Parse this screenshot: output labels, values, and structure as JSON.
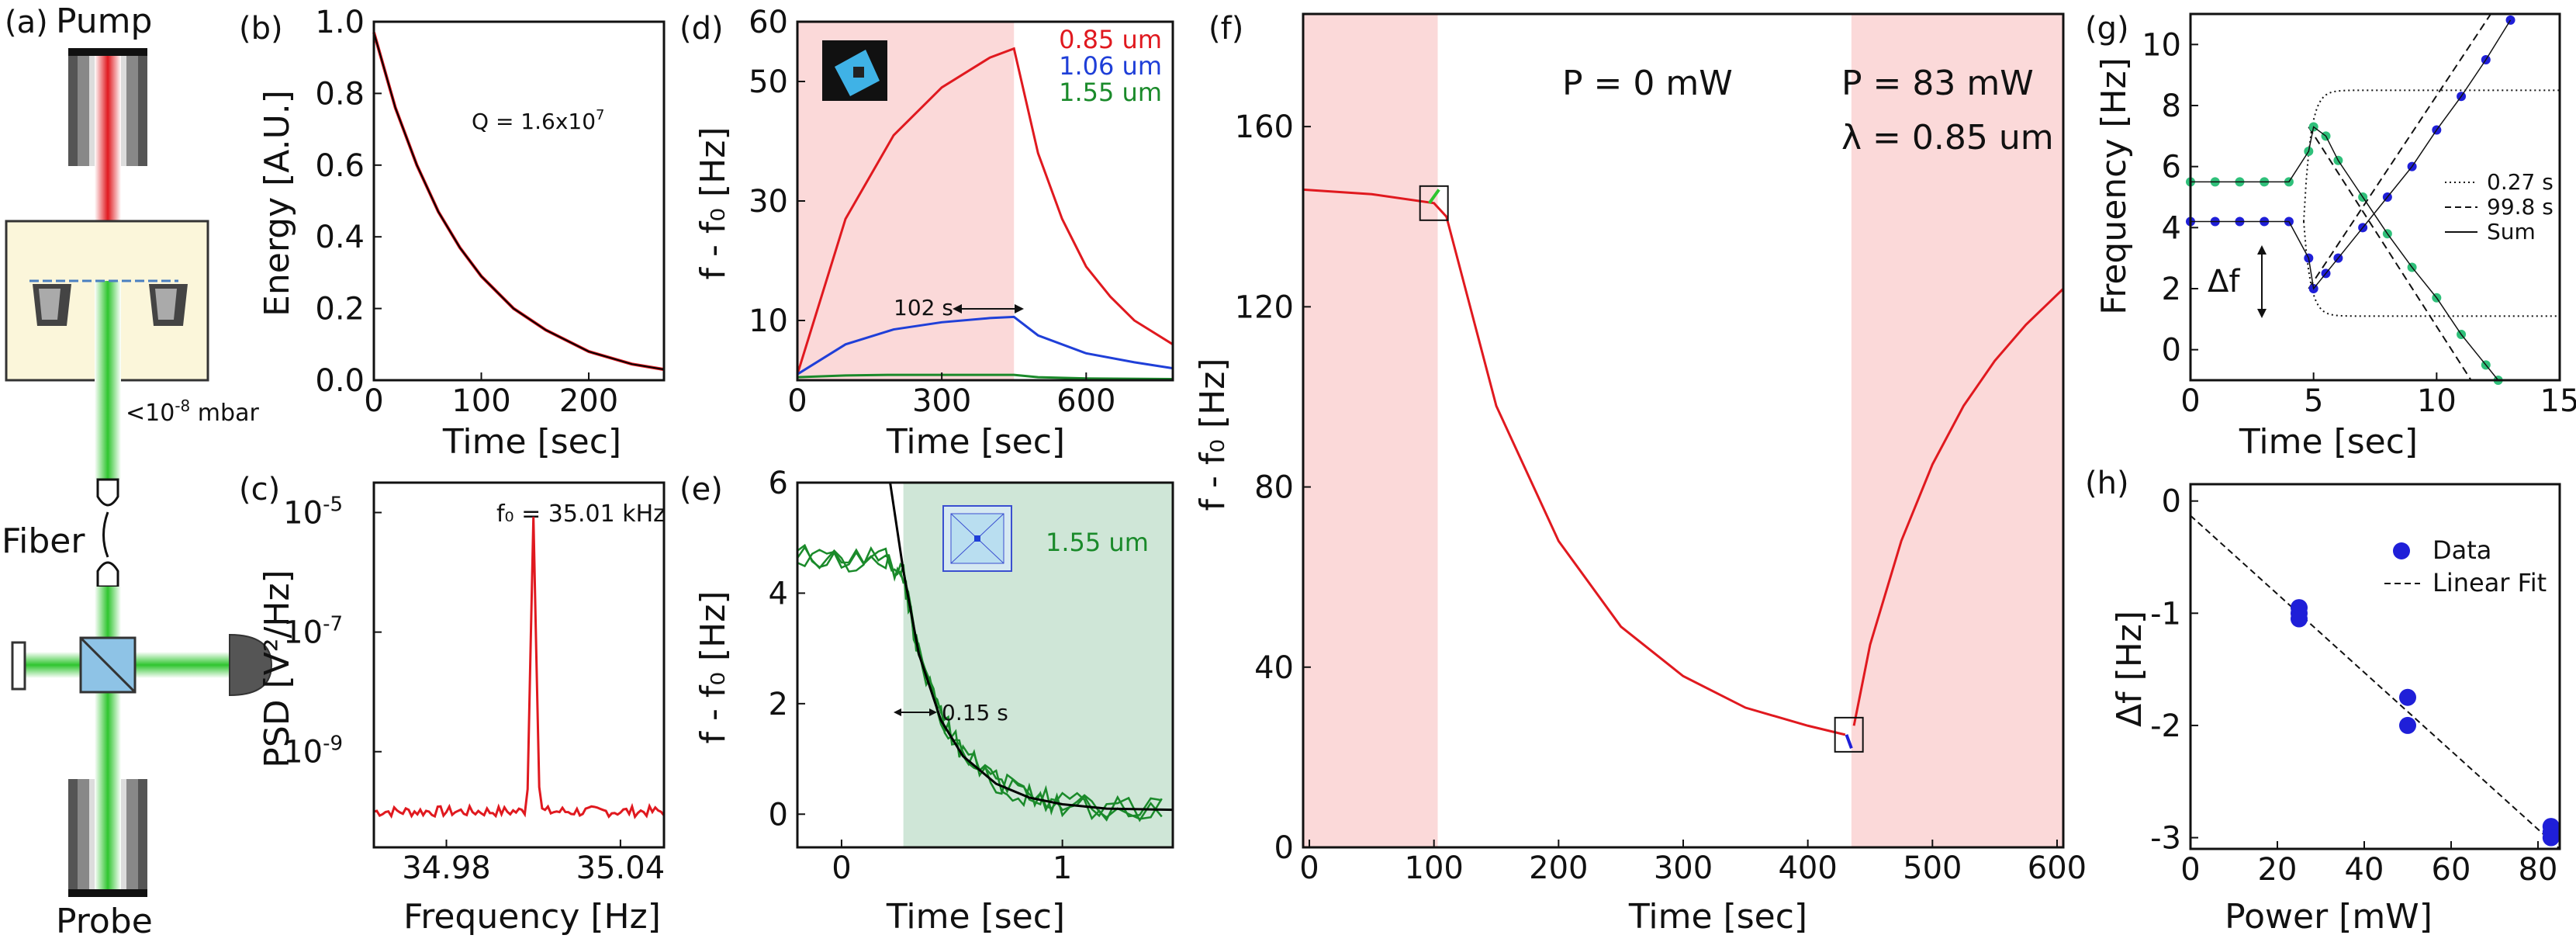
{
  "figure": {
    "panel_a": {
      "letter": "(a)",
      "pump_label": "Pump",
      "pressure_label": "<10",
      "pressure_exp": "-8",
      "pressure_unit": " mbar",
      "fiber_label": "Fiber",
      "probe_label": "Probe",
      "colors": {
        "pump": "#e0191f",
        "probe": "#2fc52f",
        "chamber": "#fbf6da"
      }
    }
  },
  "chart_data": [
    {
      "id": "b",
      "type": "line",
      "letter": "(b)",
      "xlabel": "Time [sec]",
      "ylabel": "Energy [A.U.]",
      "xlim": [
        0,
        270
      ],
      "ylim": [
        0,
        1.0
      ],
      "xticks": [
        0,
        100,
        200
      ],
      "yticks": [
        0,
        0.2,
        0.4,
        0.6,
        0.8,
        1.0
      ],
      "ytick_labels": [
        "0.0",
        "0.2",
        "0.4",
        "0.6",
        "0.8",
        "1.0"
      ],
      "annotation": "Q = 1.6x10",
      "annotation_exp": "7",
      "series": [
        {
          "color": "#e0191f",
          "x": [
            0,
            20,
            40,
            60,
            80,
            100,
            130,
            160,
            200,
            240,
            270
          ],
          "y": [
            0.97,
            0.76,
            0.6,
            0.47,
            0.37,
            0.29,
            0.2,
            0.14,
            0.08,
            0.045,
            0.03
          ]
        },
        {
          "color": "#000000",
          "x": [
            0,
            20,
            40,
            60,
            80,
            100,
            130,
            160,
            200,
            240,
            270
          ],
          "y": [
            0.97,
            0.76,
            0.6,
            0.47,
            0.37,
            0.29,
            0.2,
            0.14,
            0.08,
            0.045,
            0.03
          ]
        }
      ]
    },
    {
      "id": "c",
      "type": "line",
      "letter": "(c)",
      "xlabel": "Frequency [Hz]",
      "ylabel": "PSD [V²/Hz]",
      "ylog": true,
      "xlim": [
        34.955,
        35.055
      ],
      "ylim": [
        -10.6,
        -4.5
      ],
      "xticks": [
        34.98,
        35.04
      ],
      "xtick_labels": [
        "34.98",
        "35.04"
      ],
      "yticks": [
        -9,
        -7,
        -5
      ],
      "ytick_labels": [
        "10",
        "10",
        "10"
      ],
      "ytick_exps": [
        "-9",
        "-7",
        "-5"
      ],
      "annotation": "f₀ = 35.01 kHz",
      "series": [
        {
          "color": "#e0191f",
          "peak_x": 35.01,
          "peak_logy": -5.0,
          "floor_logy": -10.0
        }
      ]
    },
    {
      "id": "d",
      "type": "line",
      "letter": "(d)",
      "xlabel": "Time [sec]",
      "ylabel": "f - f₀ [Hz]",
      "xlim": [
        0,
        780
      ],
      "ylim": [
        0,
        60
      ],
      "xticks": [
        0,
        300,
        600
      ],
      "yticks": [
        10,
        30,
        50
      ],
      "top_label": "60",
      "shade": [
        [
          0,
          450
        ]
      ],
      "annotation": "102 s",
      "legend": [
        {
          "label": "0.85 um",
          "color": "#e0191f"
        },
        {
          "label": "1.06 um",
          "color": "#1f3fd8"
        },
        {
          "label": "1.55 um",
          "color": "#1a8a2a"
        }
      ],
      "series": [
        {
          "color": "#e0191f",
          "x": [
            0,
            100,
            200,
            300,
            400,
            450,
            500,
            550,
            600,
            650,
            700,
            780
          ],
          "y": [
            1,
            27,
            41,
            49,
            54,
            55.5,
            38,
            27,
            19,
            14,
            10,
            6
          ]
        },
        {
          "color": "#1f3fd8",
          "x": [
            0,
            100,
            200,
            300,
            400,
            450,
            500,
            600,
            700,
            780
          ],
          "y": [
            1,
            6,
            8.5,
            9.7,
            10.4,
            10.6,
            7.5,
            4.5,
            3,
            2
          ]
        },
        {
          "color": "#1a8a2a",
          "x": [
            0,
            100,
            200,
            300,
            400,
            450,
            500,
            600,
            780
          ],
          "y": [
            0.5,
            0.8,
            0.9,
            0.9,
            0.9,
            0.9,
            0.5,
            0.3,
            0.2
          ]
        }
      ]
    },
    {
      "id": "e",
      "type": "line",
      "letter": "(e)",
      "xlabel": "Time [sec]",
      "ylabel": "f - f₀ [Hz]",
      "xlim": [
        -0.2,
        1.5
      ],
      "ylim": [
        -0.6,
        6
      ],
      "xticks": [
        0,
        1
      ],
      "yticks": [
        0,
        2,
        4,
        6
      ],
      "shade": [
        [
          0.28,
          1.5
        ]
      ],
      "label": "1.55 um",
      "annotation": "0.15 s",
      "series": [
        {
          "color": "#1a8a2a",
          "x": [
            -0.2,
            0,
            0.2,
            0.28,
            0.35,
            0.45,
            0.55,
            0.7,
            0.85,
            1.0,
            1.2,
            1.5
          ],
          "y": [
            4.7,
            4.6,
            4.6,
            4.3,
            2.9,
            1.8,
            1.1,
            0.6,
            0.3,
            0.2,
            0.1,
            0.1
          ]
        },
        {
          "color": "#000000",
          "x": [
            0.22,
            0.28,
            0.35,
            0.45,
            0.55,
            0.7,
            0.85,
            1.0,
            1.2,
            1.5
          ],
          "y": [
            6,
            4.4,
            2.9,
            1.7,
            1.05,
            0.55,
            0.3,
            0.18,
            0.1,
            0.08
          ]
        }
      ]
    },
    {
      "id": "f",
      "type": "line",
      "letter": "(f)",
      "xlabel": "Time [sec]",
      "ylabel": "f - f₀ [Hz]",
      "xlim": [
        -5,
        605
      ],
      "ylim": [
        0,
        185
      ],
      "xticks": [
        0,
        100,
        200,
        300,
        400,
        500,
        600
      ],
      "yticks": [
        0,
        40,
        80,
        120,
        160
      ],
      "shade": [
        [
          -5,
          103
        ],
        [
          435,
          605
        ]
      ],
      "annotations": {
        "left": "P = 0 mW",
        "right_p": "P = 83 mW",
        "right_lambda": "λ = 0.85 um"
      },
      "series": [
        {
          "color": "#e0191f",
          "x": [
            -5,
            50,
            100,
            110,
            150,
            200,
            250,
            300,
            350,
            400,
            430
          ],
          "y": [
            146,
            145,
            143,
            140,
            98,
            68,
            49,
            38,
            31,
            27,
            25
          ]
        },
        {
          "color": "#e0191f",
          "x": [
            437,
            450,
            475,
            500,
            525,
            550,
            575,
            605
          ],
          "y": [
            27,
            45,
            68,
            85,
            98,
            108,
            116,
            124
          ]
        }
      ]
    },
    {
      "id": "g",
      "type": "scatter",
      "letter": "(g)",
      "xlabel": "Time [sec]",
      "ylabel": "Frequency [Hz]",
      "xlim": [
        0,
        15
      ],
      "ylim": [
        -1,
        11
      ],
      "xticks": [
        0,
        5,
        10,
        15
      ],
      "yticks": [
        0,
        2,
        4,
        6,
        8,
        10
      ],
      "annotation": "Δf",
      "legend": [
        {
          "label": "0.27 s",
          "style": "dotted"
        },
        {
          "label": "99.8 s",
          "style": "dashed"
        },
        {
          "label": "Sum",
          "style": "solid"
        }
      ],
      "series": [
        {
          "color": "#2fc07a",
          "x": [
            0,
            1,
            2,
            3,
            4,
            4.8,
            5,
            5.5,
            6,
            7,
            8,
            9,
            10,
            11,
            12,
            12.5
          ],
          "y": [
            5.5,
            5.5,
            5.5,
            5.5,
            5.5,
            6.5,
            7.3,
            7.0,
            6.2,
            5.0,
            3.8,
            2.7,
            1.7,
            0.5,
            -0.5,
            -1
          ]
        },
        {
          "color": "#1f1fd8",
          "x": [
            0,
            1,
            2,
            3,
            4,
            4.8,
            5,
            5.5,
            6,
            7,
            8,
            9,
            10,
            11,
            12,
            13
          ],
          "y": [
            4.2,
            4.2,
            4.2,
            4.2,
            4.2,
            3.0,
            2.0,
            2.5,
            3.0,
            4.0,
            5.0,
            6.0,
            7.2,
            8.3,
            9.5,
            10.8
          ]
        }
      ]
    },
    {
      "id": "h",
      "type": "scatter",
      "letter": "(h)",
      "xlabel": "Power [mW]",
      "ylabel": "Δf [Hz]",
      "xlim": [
        0,
        85
      ],
      "ylim": [
        -3.1,
        0.15
      ],
      "xticks": [
        0,
        20,
        40,
        60,
        80
      ],
      "yticks": [
        0,
        -1,
        -2,
        -3
      ],
      "legend": [
        {
          "label": "Data",
          "style": "marker"
        },
        {
          "label": "Linear Fit",
          "style": "dashed"
        }
      ],
      "series": [
        {
          "name": "Data",
          "color": "#1f1fd8",
          "x": [
            25,
            25,
            25,
            50,
            50,
            83,
            83,
            83
          ],
          "y": [
            -0.95,
            -1.0,
            -1.05,
            -1.75,
            -2.0,
            -2.9,
            -2.95,
            -3.0
          ]
        },
        {
          "name": "Linear Fit",
          "color": "#000000",
          "x": [
            0,
            85
          ],
          "y": [
            -0.13,
            -3.1
          ]
        }
      ]
    }
  ]
}
